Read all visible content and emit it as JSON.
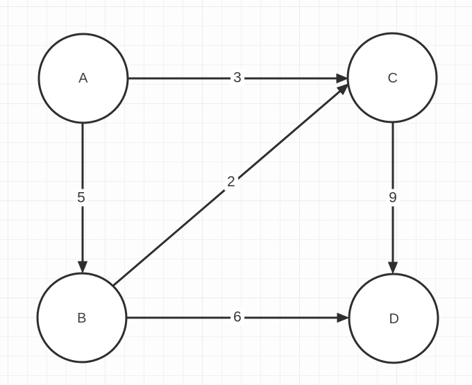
{
  "diagram": {
    "type": "weighted-directed-graph",
    "nodes": [
      {
        "id": "A",
        "label": "A"
      },
      {
        "id": "B",
        "label": "B"
      },
      {
        "id": "C",
        "label": "C"
      },
      {
        "id": "D",
        "label": "D"
      }
    ],
    "edges": [
      {
        "from": "A",
        "to": "C",
        "weight": "3"
      },
      {
        "from": "A",
        "to": "B",
        "weight": "5"
      },
      {
        "from": "B",
        "to": "C",
        "weight": "2"
      },
      {
        "from": "C",
        "to": "D",
        "weight": "9"
      },
      {
        "from": "B",
        "to": "D",
        "weight": "6"
      }
    ],
    "colors": {
      "background": "#fdfdfd",
      "grid_line": "#f1f1f2",
      "shape_stroke": "#2e2e2e",
      "node_fill": "#ffffff",
      "label_text": "#3f4245"
    }
  }
}
